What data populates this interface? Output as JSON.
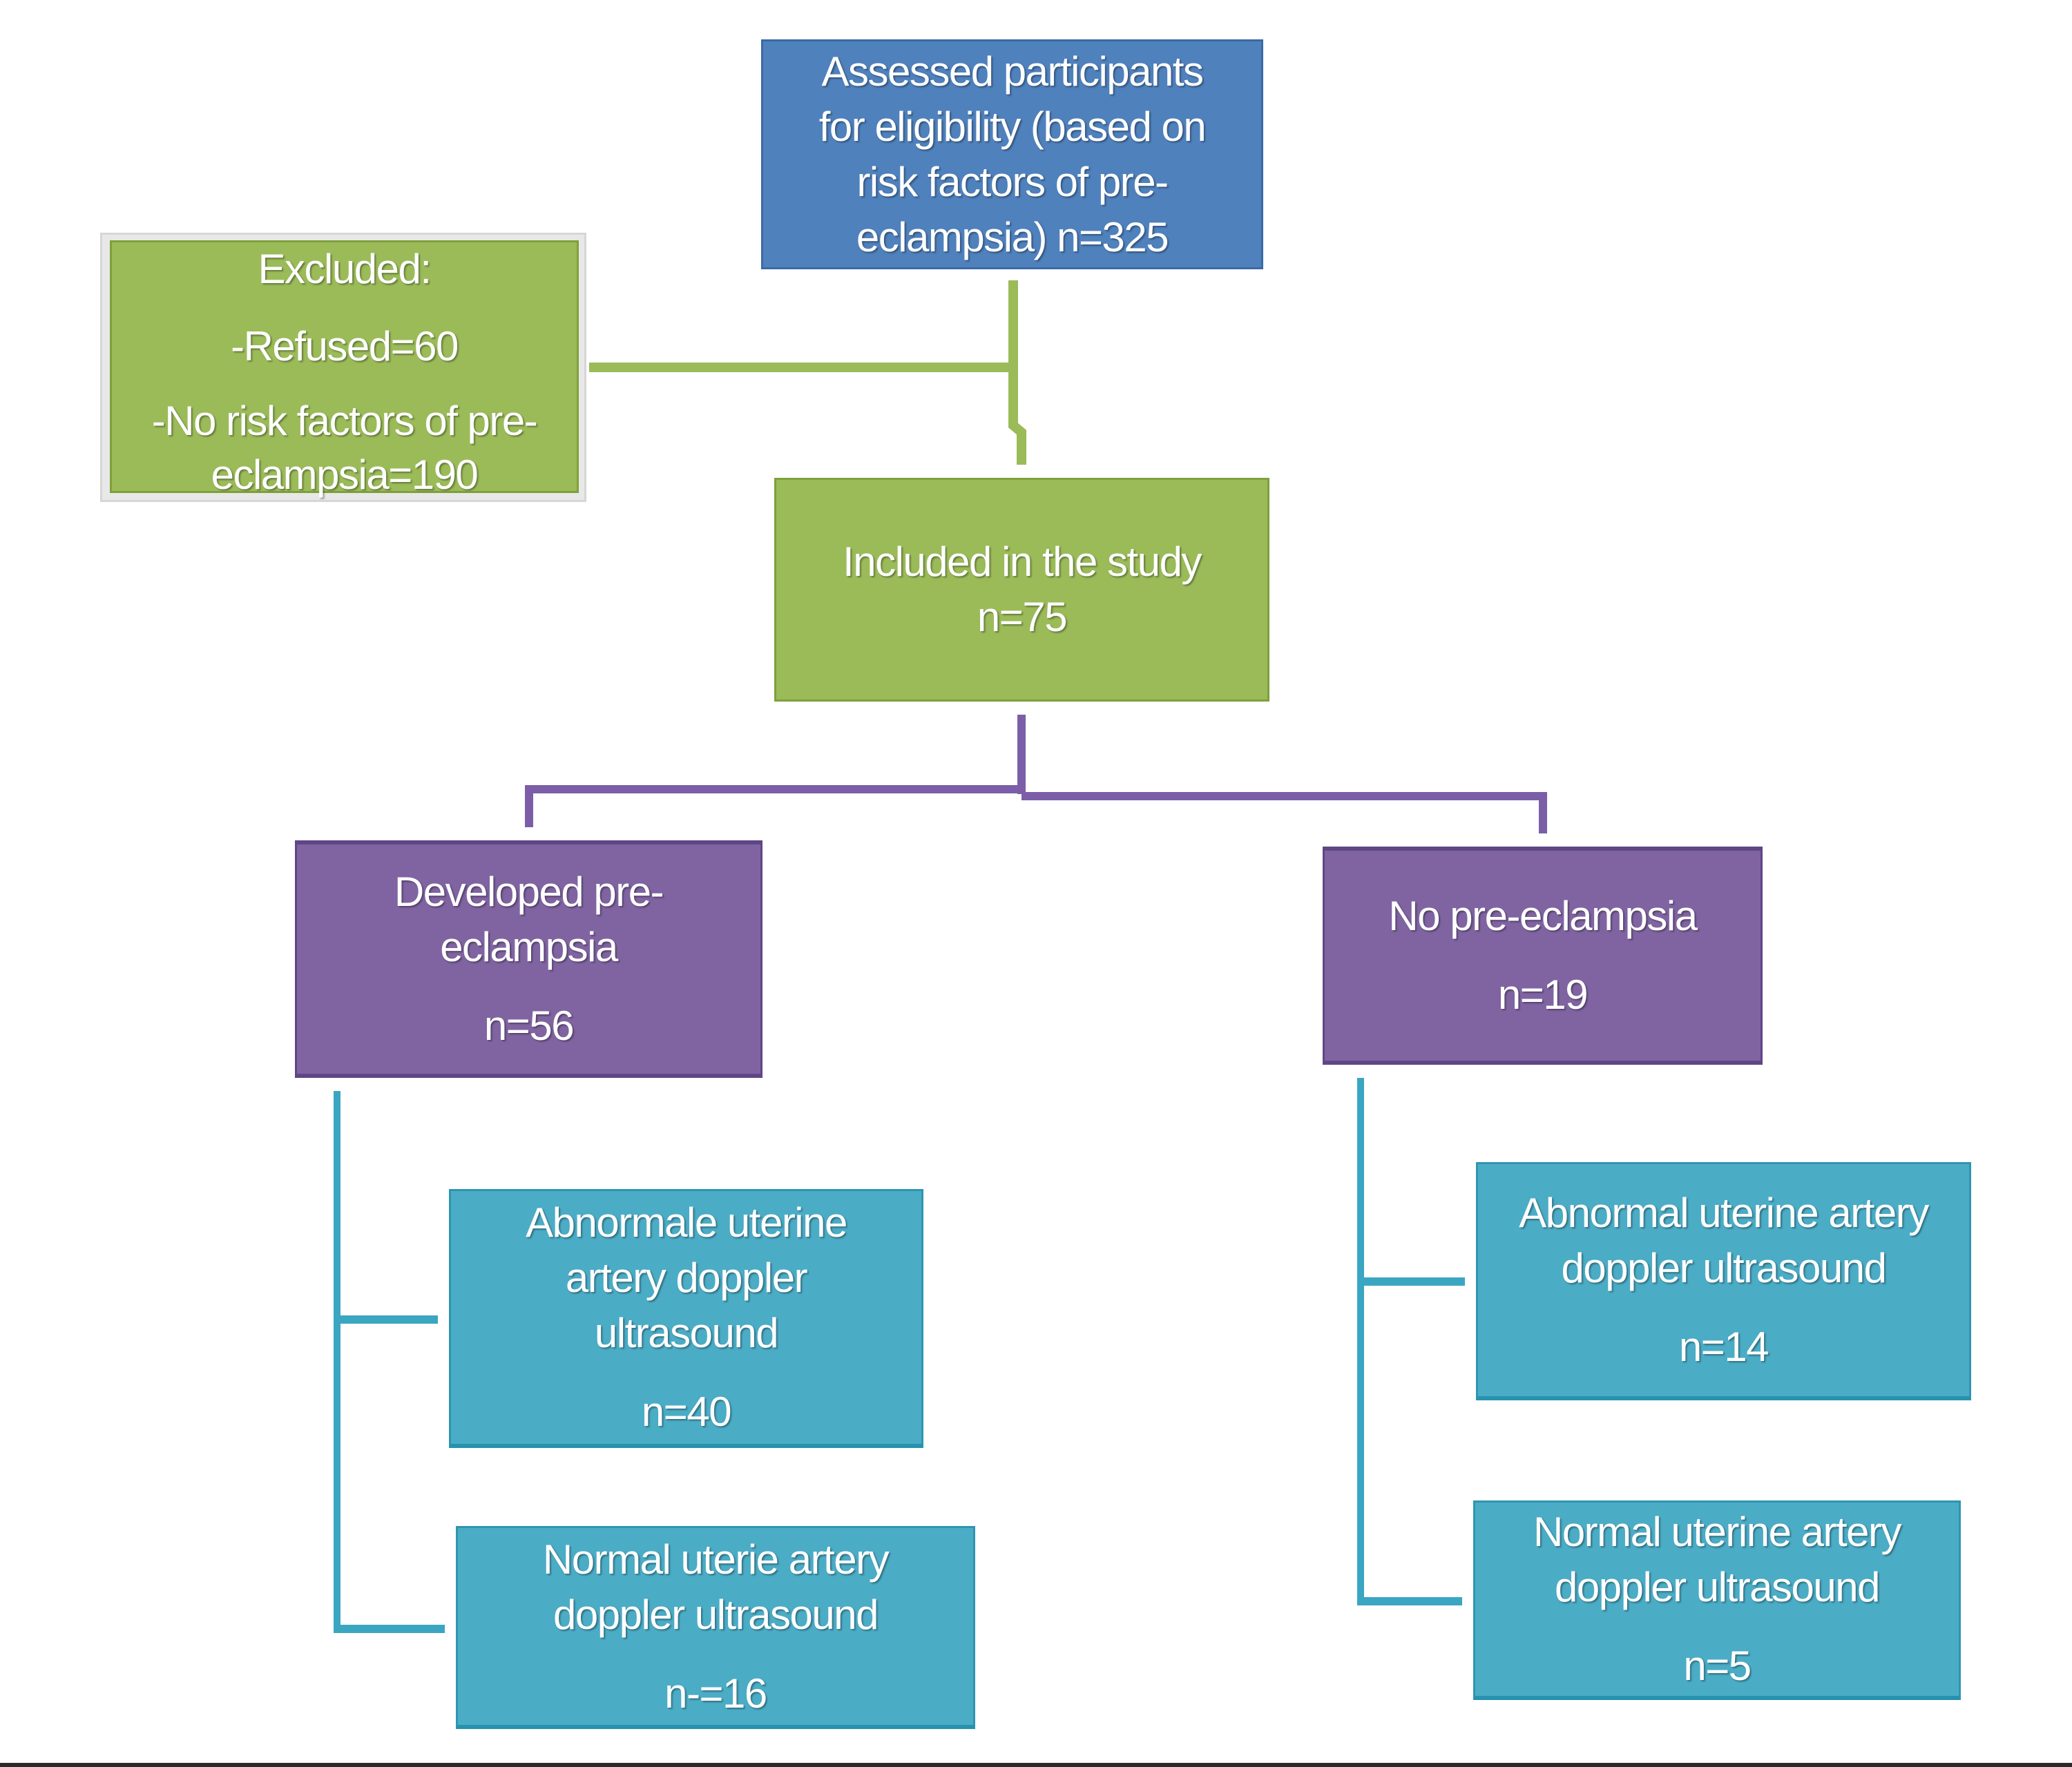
{
  "diagram": {
    "type": "flowchart",
    "colors": {
      "assessed": "#4f81bd",
      "excluded": "#9bbb59",
      "included": "#9bbb59",
      "outcome": "#8064a2",
      "doppler": "#4bacc6",
      "green_connector": "#9bbb59",
      "purple_connector": "#7b5ea7",
      "teal_connector": "#3aa6c2"
    },
    "nodes": {
      "assessed": {
        "lines": [
          "Assessed participants",
          "for eligibility  (based on",
          "risk factors of pre-",
          "eclampsia) n=325"
        ]
      },
      "excluded": {
        "title": "Excluded:",
        "refused": "-Refused=60",
        "no_risk_line1": "-No risk factors of pre-",
        "no_risk_line2": "eclampsia=190"
      },
      "included": {
        "label": "Included in the study",
        "n": "n=75"
      },
      "developed": {
        "line1": "Developed pre-",
        "line2": "eclampsia",
        "n": "n=56"
      },
      "no_preeclampsia": {
        "label": "No pre-eclampsia",
        "n": "n=19"
      },
      "dev_abnormal": {
        "line1": "Abnormale uterine",
        "line2": "artery doppler",
        "line3": "ultrasound",
        "n": "n=40"
      },
      "dev_normal": {
        "line1": "Normal  uterie artery",
        "line2": "doppler ultrasound",
        "n": "n-=16"
      },
      "nopre_abnormal": {
        "line1": "Abnormal uterine artery",
        "line2": "doppler ultrasound",
        "n": "n=14"
      },
      "nopre_normal": {
        "line1": "Normal uterine artery",
        "line2": "doppler ultrasound",
        "n": "n=5"
      }
    },
    "edges": [
      {
        "from": "assessed",
        "to": "included"
      },
      {
        "from": "assessed",
        "to": "excluded"
      },
      {
        "from": "included",
        "to": "developed"
      },
      {
        "from": "included",
        "to": "no_preeclampsia"
      },
      {
        "from": "developed",
        "to": "dev_abnormal"
      },
      {
        "from": "developed",
        "to": "dev_normal"
      },
      {
        "from": "no_preeclampsia",
        "to": "nopre_abnormal"
      },
      {
        "from": "no_preeclampsia",
        "to": "nopre_normal"
      }
    ]
  }
}
